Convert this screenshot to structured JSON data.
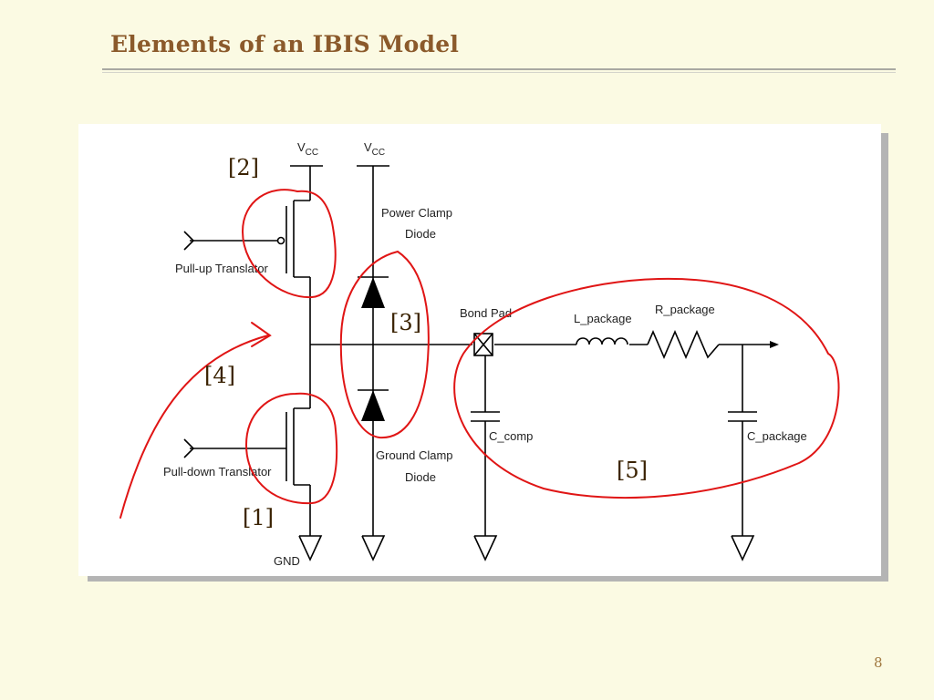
{
  "slide": {
    "title": "Elements of an IBIS Model",
    "page_number": "8"
  },
  "diagram": {
    "labels": {
      "vcc_left": "VCC",
      "vcc_right": "VCC",
      "power_clamp_1": "Power Clamp",
      "power_clamp_2": "Diode",
      "pullup": "Pull-up Translator",
      "pulldown": "Pull-down Translator",
      "bond_pad": "Bond Pad",
      "l_package": "L_package",
      "r_package": "R_package",
      "c_comp": "C_comp",
      "c_package": "C_package",
      "ground_clamp_1": "Ground Clamp",
      "ground_clamp_2": "Diode",
      "gnd": "GND"
    },
    "callouts": [
      "[1]",
      "[2]",
      "[3]",
      "[4]",
      "[5]"
    ],
    "annotation_color": "#e01515"
  }
}
